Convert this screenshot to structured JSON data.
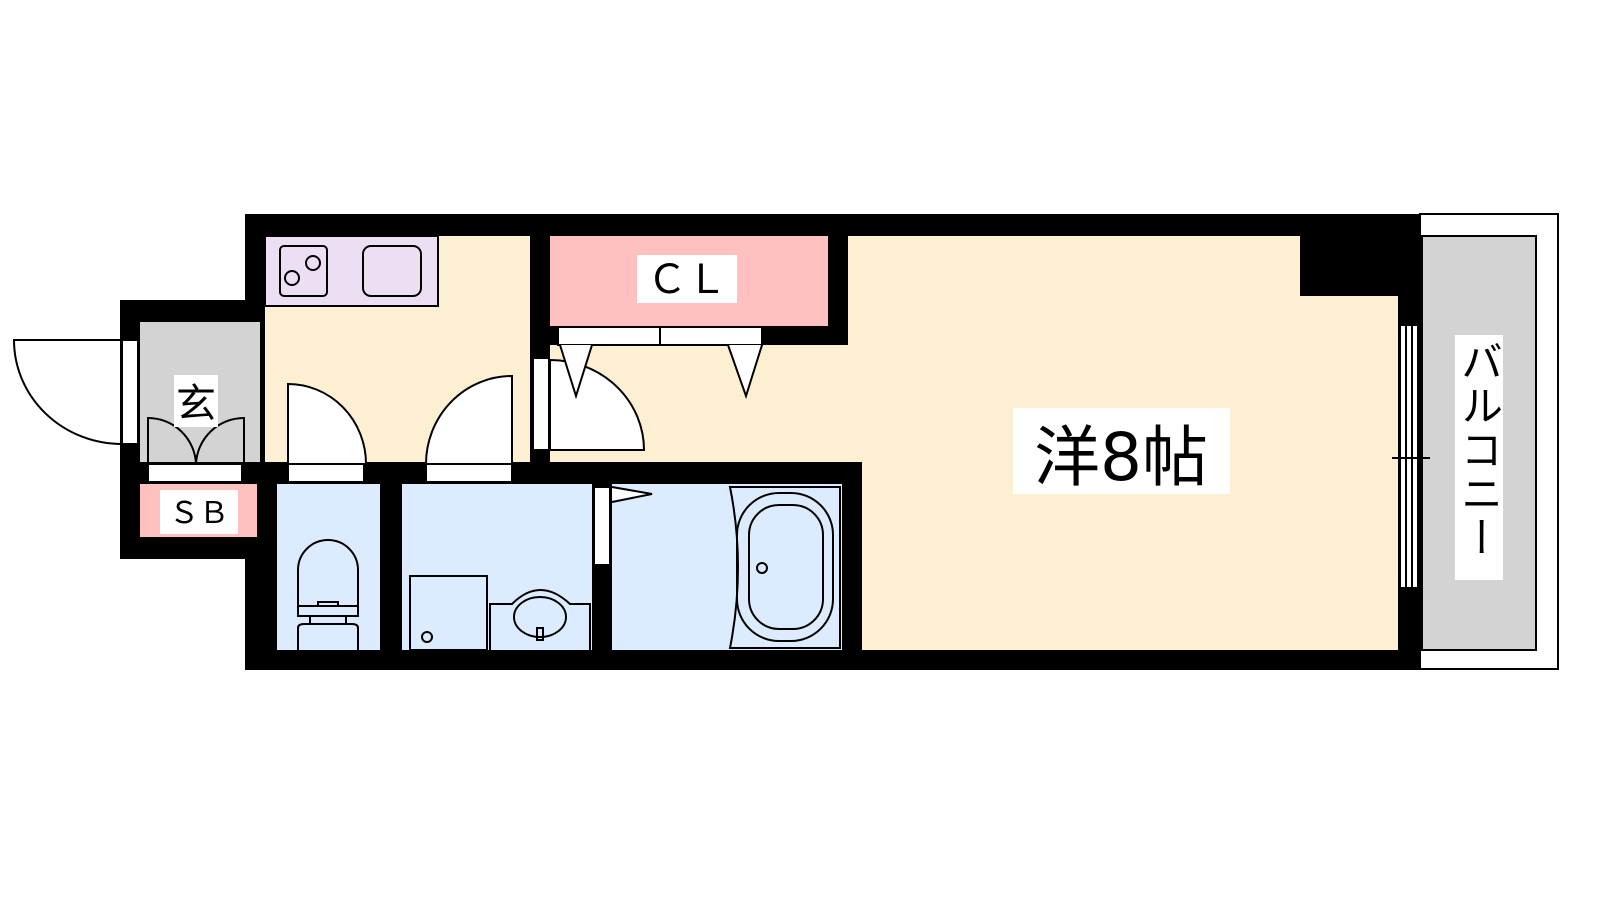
{
  "floorplan": {
    "rooms": {
      "western_room": "洋8帖",
      "closet": "ＣＬ",
      "entrance": "玄",
      "shoe_box": "ＳＢ",
      "balcony": "バルコニー"
    },
    "colors": {
      "wall": "#000000",
      "living": "#fdf0d2",
      "closet": "#ffc0c0",
      "entrance": "#d3d3d3",
      "kitchen": "#ecdff4",
      "wet_area": "#dcebfd",
      "balcony": "#d3d3d3"
    }
  }
}
